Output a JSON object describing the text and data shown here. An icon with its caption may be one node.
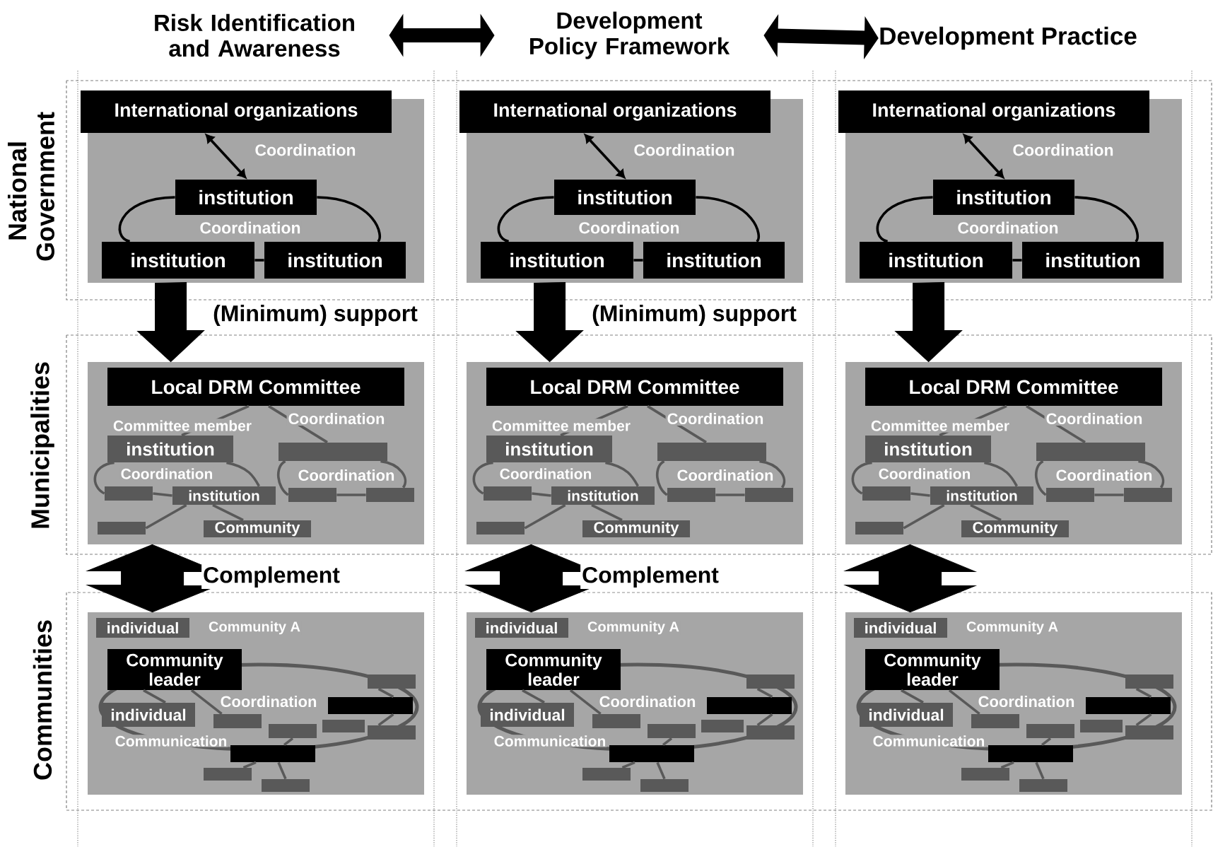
{
  "diagram": {
    "nodes": [
      {
        "text": [
          "Risk Identification and Awareness"
        ]
      },
      {
        "text": [
          "Development Policy Framework"
        ]
      },
      {
        "text": [
          "Development Practice"
        ]
      },
      {
        "text": [],
        "shape": "box"
      },
      {
        "text": [
          "International organizations"
        ]
      },
      {
        "text": [
          "institution"
        ],
        "in": 3
      },
      {
        "text": [
          "institution"
        ],
        "in": 3
      },
      {
        "text": [
          "institution"
        ],
        "in": 3
      },
      {
        "text": [],
        "shape": "box"
      },
      {
        "text": [
          "Local DRM Committee"
        ],
        "in": 8
      },
      {
        "text": [
          "institution"
        ],
        "in": 8
      },
      {
        "text": [],
        "shape": "box",
        "in": 8
      },
      {
        "text": [],
        "shape": "box",
        "in": 8
      },
      {
        "text": [
          "institution"
        ],
        "in": 8
      },
      {
        "text": [],
        "shape": "box",
        "in": 8
      },
      {
        "text": [],
        "shape": "box",
        "in": 8
      },
      {
        "text": [],
        "shape": "box",
        "in": 8
      },
      {
        "text": [
          "Community"
        ],
        "in": 8
      },
      {
        "text": [],
        "shape": "box"
      },
      {
        "text": [
          "individual"
        ],
        "in": 18
      },
      {
        "text": [
          "Community leader"
        ],
        "in": 18
      },
      {
        "text": [
          "individual"
        ],
        "in": 18
      },
      {
        "text": [],
        "shape": "box",
        "in": 18
      },
      {
        "text": [],
        "shape": "box",
        "in": 18
      },
      {
        "text": [],
        "shape": "box",
        "in": 18
      },
      {
        "text": [],
        "shape": "box",
        "in": 18
      },
      {
        "text": [],
        "shape": "box",
        "in": 18
      },
      {
        "text": [],
        "shape": "box",
        "in": 18
      },
      {
        "text": [],
        "shape": "box",
        "in": 18
      },
      {
        "text": [],
        "shape": "box",
        "in": 18
      },
      {
        "text": [],
        "shape": "box",
        "in": 18
      },
      {
        "text": [],
        "shape": "box"
      },
      {
        "text": [
          "International organizations"
        ]
      },
      {
        "text": [
          "institution"
        ],
        "in": 31
      },
      {
        "text": [
          "institution"
        ],
        "in": 31
      },
      {
        "text": [
          "institution"
        ],
        "in": 31
      },
      {
        "text": [],
        "shape": "box"
      },
      {
        "text": [
          "Local DRM Committee"
        ],
        "in": 36
      },
      {
        "text": [
          "institution"
        ],
        "in": 36
      },
      {
        "text": [],
        "shape": "box",
        "in": 36
      },
      {
        "text": [],
        "shape": "box",
        "in": 36
      },
      {
        "text": [
          "institution"
        ],
        "in": 36
      },
      {
        "text": [],
        "shape": "box",
        "in": 36
      },
      {
        "text": [],
        "shape": "box",
        "in": 36
      },
      {
        "text": [],
        "shape": "box",
        "in": 36
      },
      {
        "text": [
          "Community"
        ],
        "in": 36
      },
      {
        "text": [],
        "shape": "box"
      },
      {
        "text": [
          "individual"
        ],
        "in": 46
      },
      {
        "text": [
          "Community leader"
        ],
        "in": 46
      },
      {
        "text": [
          "individual"
        ],
        "in": 46
      },
      {
        "text": [],
        "shape": "box",
        "in": 46
      },
      {
        "text": [],
        "shape": "box",
        "in": 46
      },
      {
        "text": [],
        "shape": "box",
        "in": 46
      },
      {
        "text": [],
        "shape": "box",
        "in": 46
      },
      {
        "text": [],
        "shape": "box",
        "in": 46
      },
      {
        "text": [],
        "shape": "box",
        "in": 46
      },
      {
        "text": [],
        "shape": "box",
        "in": 46
      },
      {
        "text": [],
        "shape": "box",
        "in": 46
      },
      {
        "text": [],
        "shape": "box",
        "in": 46
      },
      {
        "text": [],
        "shape": "box"
      },
      {
        "text": [
          "International organizations"
        ]
      },
      {
        "text": [
          "institution"
        ],
        "in": 59
      },
      {
        "text": [
          "institution"
        ],
        "in": 59
      },
      {
        "text": [
          "institution"
        ],
        "in": 59
      },
      {
        "text": [],
        "shape": "box"
      },
      {
        "text": [
          "Local DRM Committee"
        ],
        "in": 64
      },
      {
        "text": [
          "institution"
        ],
        "in": 64
      },
      {
        "text": [],
        "shape": "box",
        "in": 64
      },
      {
        "text": [],
        "shape": "box",
        "in": 64
      },
      {
        "text": [
          "institution"
        ],
        "in": 64
      },
      {
        "text": [],
        "shape": "box",
        "in": 64
      },
      {
        "text": [],
        "shape": "box",
        "in": 64
      },
      {
        "text": [],
        "shape": "box",
        "in": 64
      },
      {
        "text": [
          "Community"
        ],
        "in": 64
      },
      {
        "text": [],
        "shape": "box"
      },
      {
        "text": [
          "individual"
        ],
        "in": 74
      },
      {
        "text": [
          "Community leader"
        ],
        "in": 74
      },
      {
        "text": [
          "individual"
        ],
        "in": 74
      },
      {
        "text": [],
        "shape": "box",
        "in": 74
      },
      {
        "text": [],
        "shape": "box",
        "in": 74
      },
      {
        "text": [],
        "shape": "box",
        "in": 74
      },
      {
        "text": [],
        "shape": "box",
        "in": 74
      },
      {
        "text": [],
        "shape": "box",
        "in": 74
      },
      {
        "text": [],
        "shape": "box",
        "in": 74
      },
      {
        "text": [],
        "shape": "box",
        "in": 74
      },
      {
        "text": [],
        "shape": "box",
        "in": 74
      },
      {
        "text": [],
        "shape": "box",
        "in": 74
      }
    ],
    "edges": [
      {
        "from": 0,
        "to": 1,
        "arrow": "both",
        "style": "thick",
        "color": "#000000"
      },
      {
        "from": 1,
        "to": 2,
        "arrow": "both",
        "style": "thick",
        "color": "#000000"
      },
      {
        "from": 4,
        "to": 5,
        "arrow": "both",
        "label": "Coordination",
        "color": "#000000"
      },
      {
        "from": 5,
        "to": 6,
        "arrow": "none",
        "color": "#000000"
      },
      {
        "from": 5,
        "to": 7,
        "arrow": "none",
        "color": "#000000"
      },
      {
        "from": 6,
        "to": 7,
        "arrow": "none",
        "color": "#000000"
      },
      {
        "from": 3,
        "to": 8,
        "arrow": "to",
        "style": "thick",
        "color": "#000000",
        "label": "(Minimum) support"
      },
      {
        "from": 9,
        "to": 10,
        "arrow": "none",
        "label": "Committee member"
      },
      {
        "from": 9,
        "to": 11,
        "arrow": "none",
        "label": "Coordination"
      },
      {
        "from": 10,
        "to": 12,
        "arrow": "none"
      },
      {
        "from": 10,
        "to": 13,
        "arrow": "none"
      },
      {
        "from": 12,
        "to": 13,
        "arrow": "none"
      },
      {
        "from": 11,
        "to": 14,
        "arrow": "none"
      },
      {
        "from": 11,
        "to": 15,
        "arrow": "none"
      },
      {
        "from": 14,
        "to": 15,
        "arrow": "none"
      },
      {
        "from": 13,
        "to": 16,
        "arrow": "none"
      },
      {
        "from": 13,
        "to": 17,
        "arrow": "none"
      },
      {
        "from": 8,
        "to": 18,
        "arrow": "both",
        "style": "thick",
        "color": "#000000",
        "label": "Complement"
      },
      {
        "from": 20,
        "to": 21,
        "arrow": "none"
      },
      {
        "from": 20,
        "to": 22,
        "arrow": "none"
      },
      {
        "from": 26,
        "to": 27,
        "arrow": "none"
      },
      {
        "from": 26,
        "to": 28,
        "arrow": "none"
      },
      {
        "from": 24,
        "to": 23,
        "arrow": "none"
      },
      {
        "from": 24,
        "to": 29,
        "arrow": "none"
      },
      {
        "from": 24,
        "to": 30,
        "arrow": "none"
      },
      {
        "from": 32,
        "to": 33,
        "arrow": "both",
        "label": "Coordination",
        "color": "#000000"
      },
      {
        "from": 33,
        "to": 34,
        "arrow": "none",
        "color": "#000000"
      },
      {
        "from": 33,
        "to": 35,
        "arrow": "none",
        "color": "#000000"
      },
      {
        "from": 34,
        "to": 35,
        "arrow": "none",
        "color": "#000000"
      },
      {
        "from": 31,
        "to": 36,
        "arrow": "to",
        "style": "thick",
        "color": "#000000",
        "label": "(Minimum) support"
      },
      {
        "from": 37,
        "to": 38,
        "arrow": "none",
        "label": "Committee member"
      },
      {
        "from": 37,
        "to": 39,
        "arrow": "none",
        "label": "Coordination"
      },
      {
        "from": 38,
        "to": 40,
        "arrow": "none"
      },
      {
        "from": 38,
        "to": 41,
        "arrow": "none"
      },
      {
        "from": 40,
        "to": 41,
        "arrow": "none"
      },
      {
        "from": 39,
        "to": 42,
        "arrow": "none"
      },
      {
        "from": 39,
        "to": 43,
        "arrow": "none"
      },
      {
        "from": 42,
        "to": 43,
        "arrow": "none"
      },
      {
        "from": 41,
        "to": 44,
        "arrow": "none"
      },
      {
        "from": 41,
        "to": 45,
        "arrow": "none"
      },
      {
        "from": 36,
        "to": 46,
        "arrow": "both",
        "style": "thick",
        "color": "#000000",
        "label": "Complement"
      },
      {
        "from": 48,
        "to": 49,
        "arrow": "none"
      },
      {
        "from": 48,
        "to": 50,
        "arrow": "none"
      },
      {
        "from": 54,
        "to": 55,
        "arrow": "none"
      },
      {
        "from": 54,
        "to": 56,
        "arrow": "none"
      },
      {
        "from": 52,
        "to": 51,
        "arrow": "none"
      },
      {
        "from": 52,
        "to": 57,
        "arrow": "none"
      },
      {
        "from": 52,
        "to": 58,
        "arrow": "none"
      },
      {
        "from": 60,
        "to": 61,
        "arrow": "both",
        "label": "Coordination",
        "color": "#000000"
      },
      {
        "from": 61,
        "to": 62,
        "arrow": "none",
        "color": "#000000"
      },
      {
        "from": 61,
        "to": 63,
        "arrow": "none",
        "color": "#000000"
      },
      {
        "from": 62,
        "to": 63,
        "arrow": "none",
        "color": "#000000"
      },
      {
        "from": 59,
        "to": 64,
        "arrow": "to",
        "style": "thick",
        "color": "#000000"
      },
      {
        "from": 65,
        "to": 66,
        "arrow": "none",
        "label": "Committee member"
      },
      {
        "from": 65,
        "to": 67,
        "arrow": "none",
        "label": "Coordination"
      },
      {
        "from": 66,
        "to": 68,
        "arrow": "none"
      },
      {
        "from": 66,
        "to": 69,
        "arrow": "none"
      },
      {
        "from": 68,
        "to": 69,
        "arrow": "none"
      },
      {
        "from": 67,
        "to": 70,
        "arrow": "none"
      },
      {
        "from": 67,
        "to": 71,
        "arrow": "none"
      },
      {
        "from": 70,
        "to": 71,
        "arrow": "none"
      },
      {
        "from": 69,
        "to": 72,
        "arrow": "none"
      },
      {
        "from": 69,
        "to": 73,
        "arrow": "none"
      },
      {
        "from": 64,
        "to": 74,
        "arrow": "both",
        "style": "thick",
        "color": "#000000"
      },
      {
        "from": 76,
        "to": 77,
        "arrow": "none"
      },
      {
        "from": 76,
        "to": 78,
        "arrow": "none"
      },
      {
        "from": 82,
        "to": 83,
        "arrow": "none"
      },
      {
        "from": 82,
        "to": 84,
        "arrow": "none"
      },
      {
        "from": 80,
        "to": 79,
        "arrow": "none"
      },
      {
        "from": 80,
        "to": 85,
        "arrow": "none"
      },
      {
        "from": 80,
        "to": 86,
        "arrow": "none"
      }
    ],
    "labels": [
      "National Government",
      "Municipalities",
      "Communities",
      "Coordination",
      "Coordination",
      "Coordination",
      "Community A",
      "Coordination",
      "Communication",
      "Coordination",
      "Coordination",
      "Coordination",
      "Community A",
      "Coordination",
      "Communication",
      "Coordination",
      "Coordination",
      "Coordination",
      "Community A",
      "Coordination",
      "Communication"
    ]
  }
}
